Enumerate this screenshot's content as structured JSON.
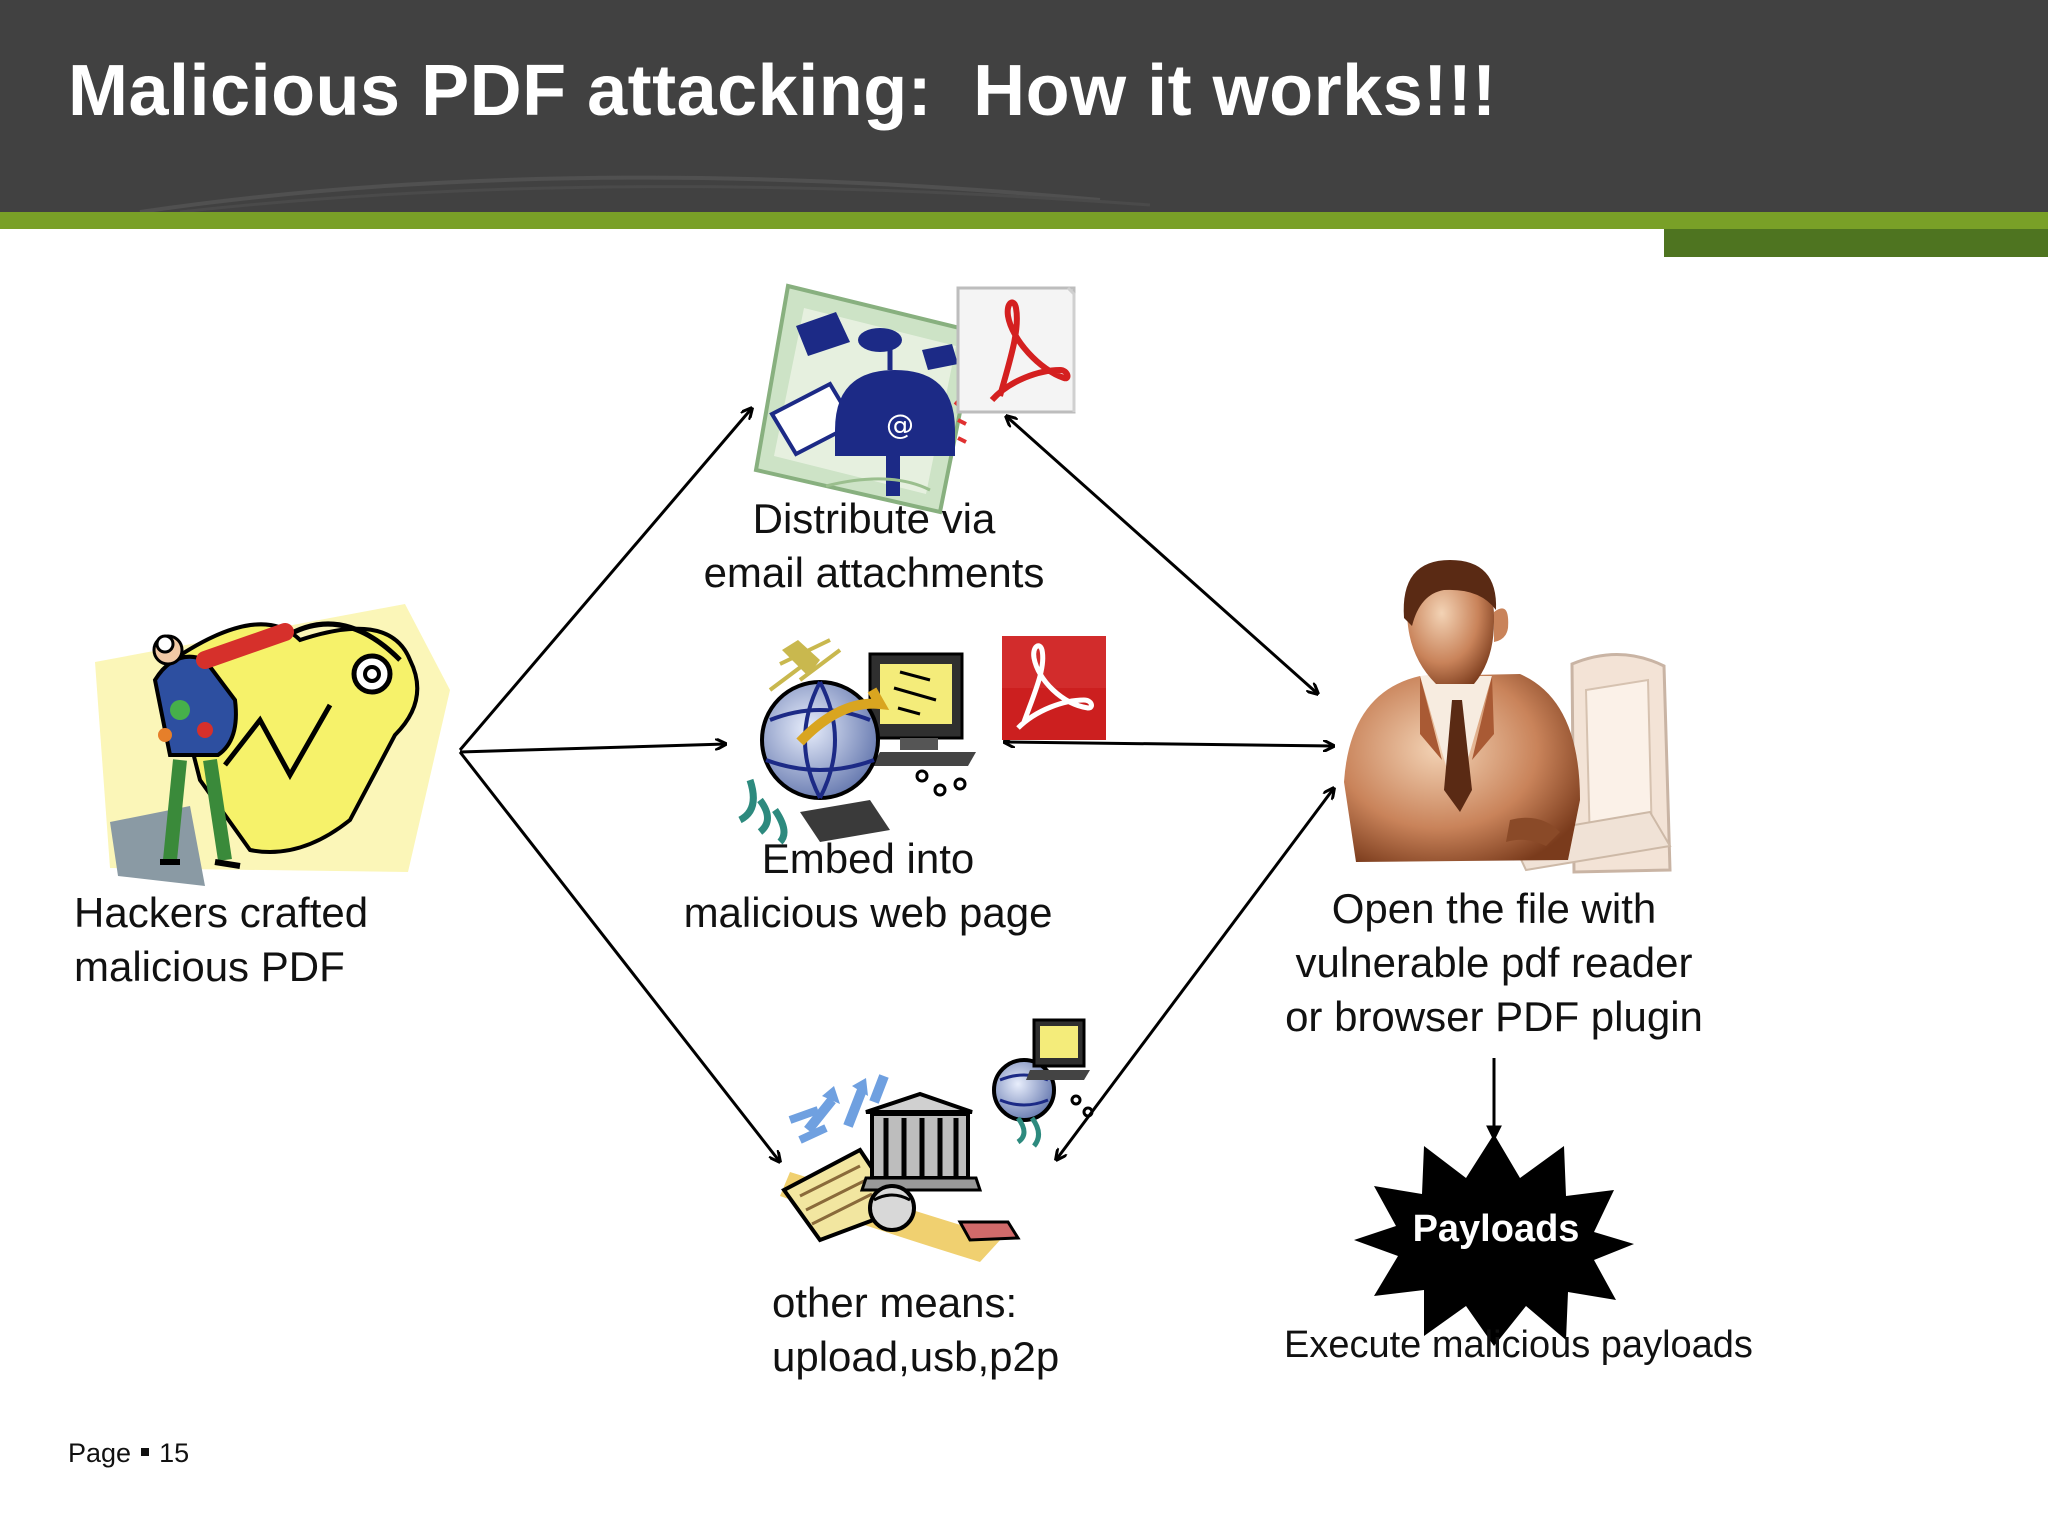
{
  "header": {
    "title": "Malicious PDF attacking:  How it works!!!"
  },
  "nodes": {
    "hackers": [
      "Hackers crafted",
      "malicious PDF"
    ],
    "email": [
      "Distribute via",
      "email attachments"
    ],
    "web": [
      "Embed into",
      "malicious web page"
    ],
    "other": [
      "other means:",
      "upload,usb,p2p"
    ],
    "victim": [
      "Open the file with",
      "vulnerable pdf reader",
      "or browser PDF plugin"
    ],
    "payload_badge": "Payloads",
    "payload_caption": "Execute malicious payloads"
  },
  "footer": {
    "page_label": "Page",
    "page_number": "15"
  },
  "colors": {
    "header_bg": "#414141",
    "accent_green": "#79a027",
    "accent_dark_green": "#4e7420",
    "pdf_red": "#cc1f1f"
  },
  "icons": [
    "hacker-clipart",
    "email-mailbox-clipart",
    "pdf-document-icon",
    "globe-computer-clipart",
    "pdf-red-icon",
    "upload-building-clipart",
    "businessman-computer-clipart",
    "payload-starburst"
  ]
}
